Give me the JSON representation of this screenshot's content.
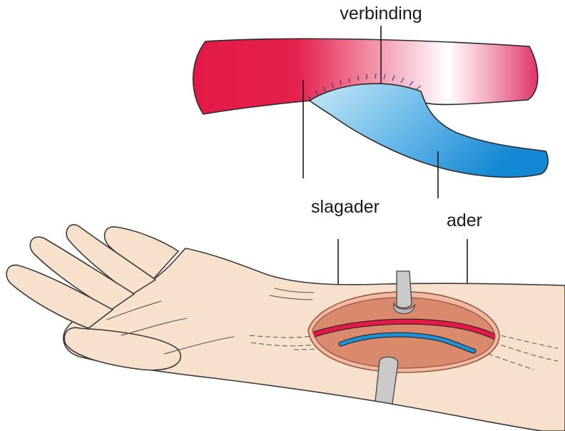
{
  "labels": {
    "connection": "verbinding",
    "artery": "slagader",
    "vein": "ader"
  },
  "colors": {
    "artery": "#e31a47",
    "vein": "#1f8fd6",
    "vein_light": "#b9e0f5",
    "skin": "#f7e0cc",
    "incision": "#d98a6c"
  }
}
